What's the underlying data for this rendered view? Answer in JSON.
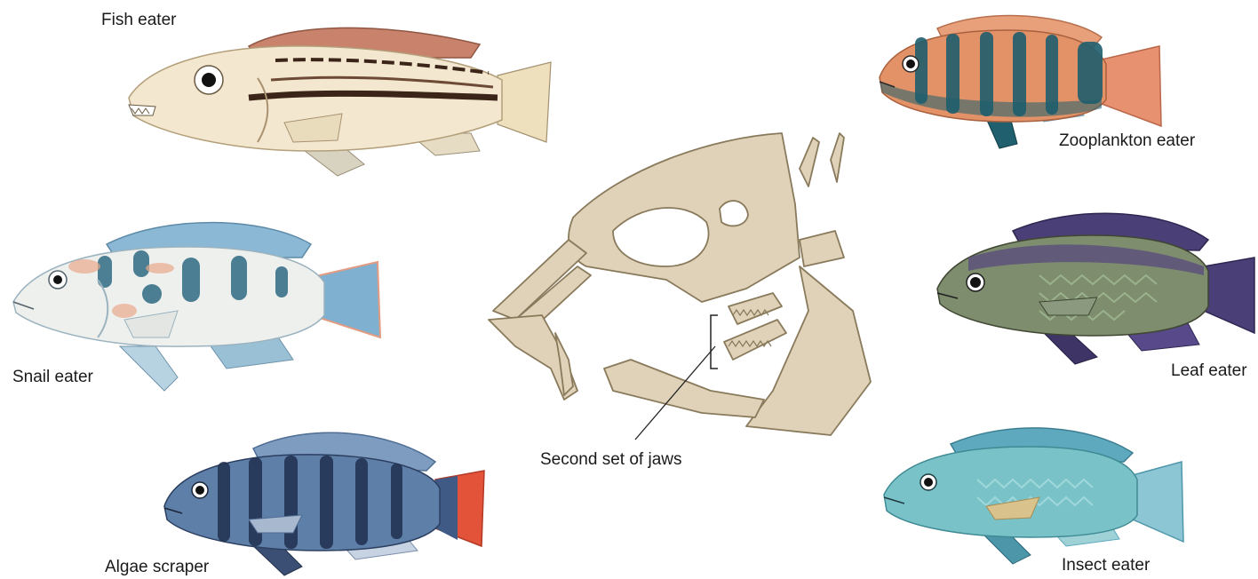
{
  "labels": {
    "fish_eater": "Fish eater",
    "snail_eater": "Snail eater",
    "algae_scraper": "Algae scraper",
    "zooplankton_eater": "Zooplankton eater",
    "leaf_eater": "Leaf eater",
    "insect_eater": "Insect eater",
    "second_jaws": "Second set of jaws"
  },
  "colors": {
    "fish_eater": {
      "body": "#f3e7cf",
      "fins": "#c9826b",
      "stripe": "#3b2418"
    },
    "snail_eater": {
      "body": "#eef0ee",
      "fins": "#8bb8d4",
      "bars": "#2f6b82",
      "accent": "#e9a98c"
    },
    "algae_scraper": {
      "body": "#5d7fa8",
      "fins": "#7d9cc0",
      "bars": "#21304f",
      "tail": "#e2533a"
    },
    "zooplankton_eater": {
      "body": "#e39267",
      "bars": "#1f5f6e",
      "tail": "#e89170"
    },
    "leaf_eater": {
      "body": "#7e8d6e",
      "back": "#5a4e7c",
      "fins": "#4b3f78"
    },
    "insect_eater": {
      "body": "#79c3c8",
      "fins": "#5ea9bd",
      "accent": "#d9c28c"
    },
    "skull": {
      "fill": "#dfd2b8",
      "stroke": "#8a7a5c"
    }
  }
}
